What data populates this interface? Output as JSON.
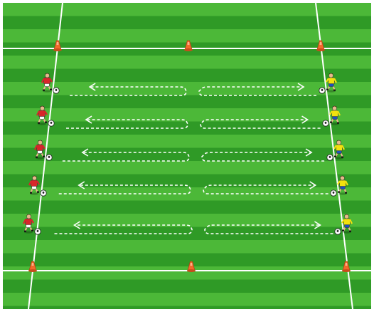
{
  "diagram": {
    "kind": "soccer-drill",
    "colors": {
      "grass_dark": "#2f9a26",
      "grass_light": "#4cb838",
      "line": "#ffffff",
      "cone": "#f26a2a",
      "red_team_shirt": "#d8262a",
      "red_team_shorts": "#ffffff",
      "yellow_team_shirt": "#f2e20e",
      "yellow_team_shorts": "#1f4fbf",
      "ball": "#ffffff"
    },
    "lanes": 5,
    "players": {
      "left_team": {
        "color": "red",
        "count": 5,
        "facing": "right"
      },
      "right_team": {
        "color": "yellow",
        "count": 5,
        "facing": "left"
      }
    },
    "cones": 6,
    "balls": 10,
    "arrows": {
      "style": "dashed",
      "left_side_direction": "left",
      "right_side_direction": "right"
    }
  }
}
